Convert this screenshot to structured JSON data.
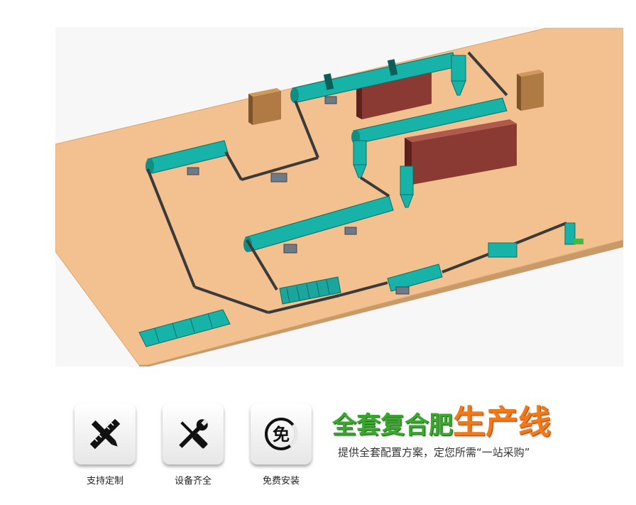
{
  "features": [
    {
      "icon": "ruler-pencil-icon",
      "label": "支持定制"
    },
    {
      "icon": "wrench-screwdriver-icon",
      "label": "设备齐全"
    },
    {
      "icon": "free-badge-icon",
      "label": "免费安装",
      "badge_text": "免"
    }
  ],
  "headline": {
    "green_text": "全套复合肥",
    "orange_text": "生产线"
  },
  "subline": "提供全套配置方案，定您所需“一站采购”",
  "colors": {
    "floor": "#f2c18f",
    "machine": "#17b3a8",
    "brick": "#7a2e2a",
    "headline_green": "#3aa82f",
    "headline_orange": "#f07a1a"
  }
}
